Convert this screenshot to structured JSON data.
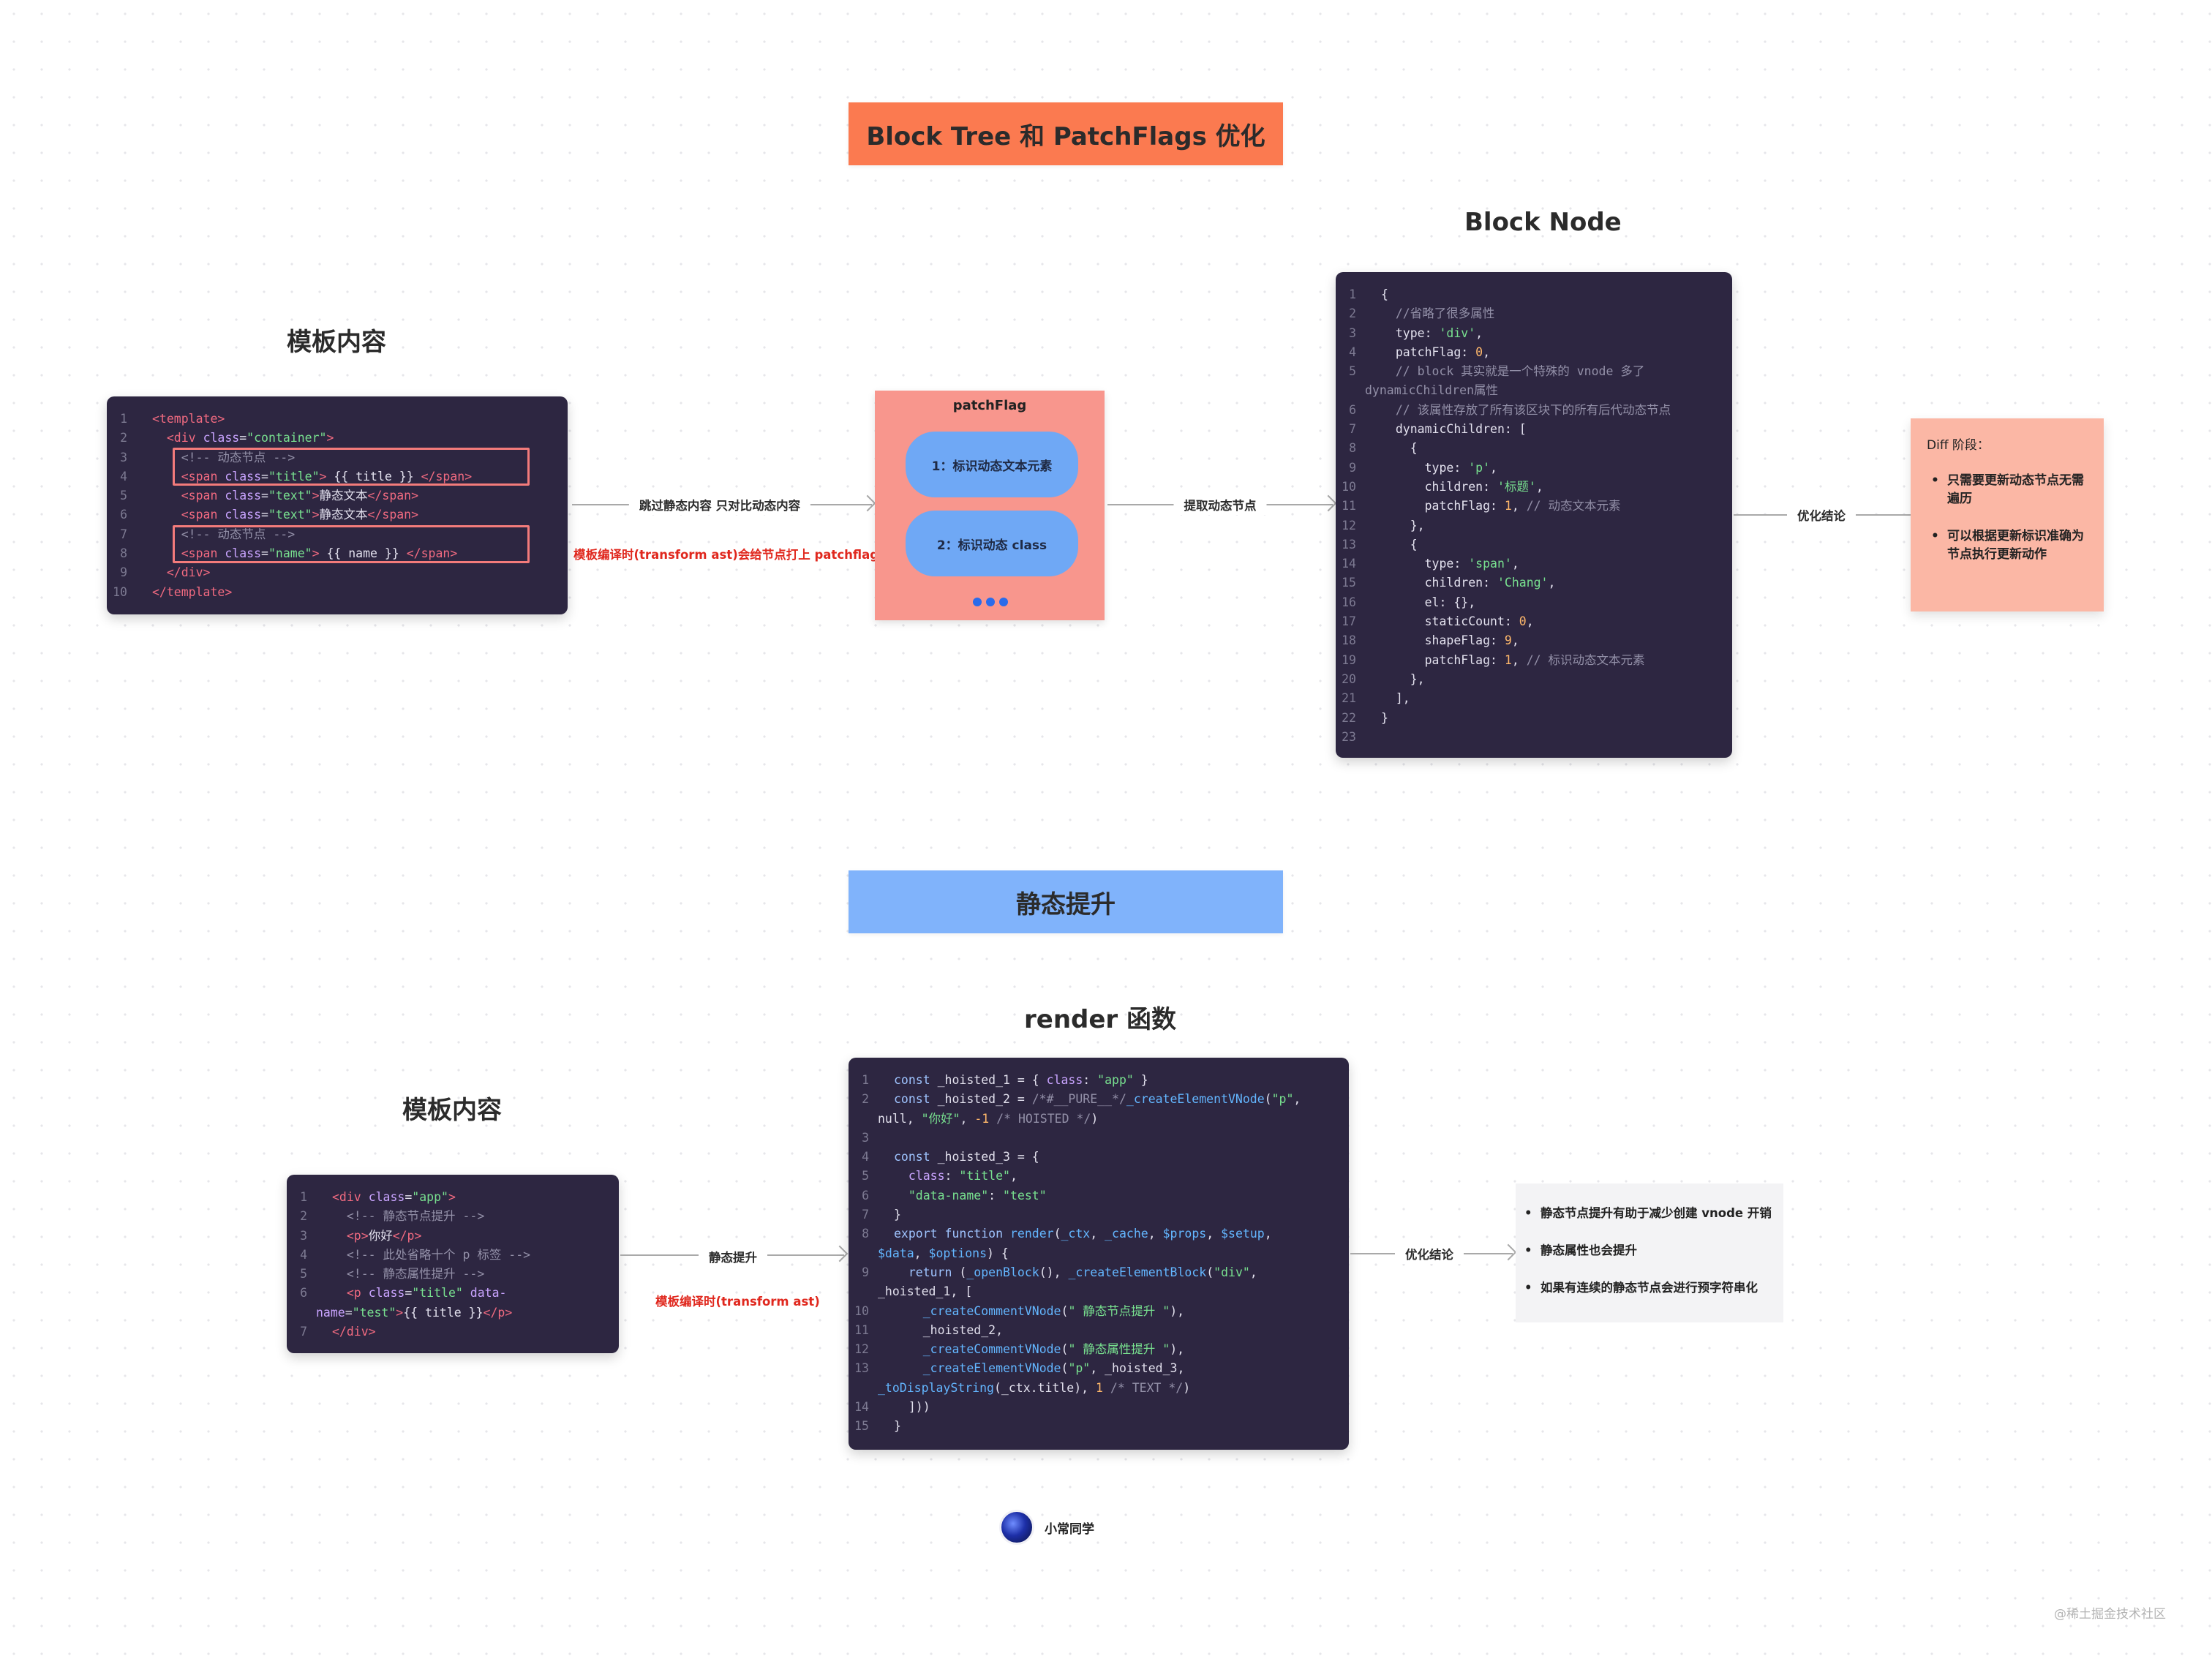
{
  "section1": {
    "banner": {
      "title": "Block Tree 和 PatchFlags 优化",
      "color": "#fb7a50"
    },
    "template_heading": "模板内容",
    "block_node_heading": "Block Node",
    "template_code": [
      {
        "n": "1",
        "html": "<span class=\"tk-tag\">&lt;template&gt;</span>"
      },
      {
        "n": "2",
        "html": "  <span class=\"tk-tag\">&lt;div</span> <span class=\"tk-attr\">class</span>=<span class=\"tk-str\">\"container\"</span><span class=\"tk-tag\">&gt;</span>"
      },
      {
        "n": "3",
        "html": "    <span class=\"tk-com\">&lt;!-- 动态节点 --&gt;</span>"
      },
      {
        "n": "4",
        "html": "    <span class=\"tk-tag\">&lt;span</span> <span class=\"tk-attr\">class</span>=<span class=\"tk-str\">\"title\"</span><span class=\"tk-tag\">&gt;</span> {{ title }} <span class=\"tk-tag\">&lt;/span&gt;</span>"
      },
      {
        "n": "5",
        "html": "    <span class=\"tk-tag\">&lt;span</span> <span class=\"tk-attr\">class</span>=<span class=\"tk-str\">\"text\"</span><span class=\"tk-tag\">&gt;</span>静态文本<span class=\"tk-tag\">&lt;/span&gt;</span>"
      },
      {
        "n": "6",
        "html": "    <span class=\"tk-tag\">&lt;span</span> <span class=\"tk-attr\">class</span>=<span class=\"tk-str\">\"text\"</span><span class=\"tk-tag\">&gt;</span>静态文本<span class=\"tk-tag\">&lt;/span&gt;</span>"
      },
      {
        "n": "7",
        "html": "    <span class=\"tk-com\">&lt;!-- 动态节点 --&gt;</span>"
      },
      {
        "n": "8",
        "html": "    <span class=\"tk-tag\">&lt;span</span> <span class=\"tk-attr\">class</span>=<span class=\"tk-str\">\"name\"</span><span class=\"tk-tag\">&gt;</span> {{ name }} <span class=\"tk-tag\">&lt;/span&gt;</span>"
      },
      {
        "n": "9",
        "html": "  <span class=\"tk-tag\">&lt;/div&gt;</span>"
      },
      {
        "n": "10",
        "html": "<span class=\"tk-tag\">&lt;/template&gt;</span>"
      }
    ],
    "arrow1_label": "跳过静态内容 只对比动态内容",
    "arrow1_note": "模板编译时(transform ast)会给节点打上 patchflag",
    "patchflag": {
      "title": "patchFlag",
      "item1": "1：标识动态文本元素",
      "item2": "2：标识动态 class",
      "box_color": "#f8968d",
      "pill_color": "#6fa8f5"
    },
    "arrow2_label": "提取动态节点",
    "block_code": [
      {
        "n": "1",
        "html": "{"
      },
      {
        "n": "2",
        "html": "  <span class=\"tk-com\">//省略了很多属性</span>"
      },
      {
        "n": "3",
        "html": "  type: <span class=\"tk-str\">'div'</span>,"
      },
      {
        "n": "4",
        "html": "  patchFlag: <span class=\"tk-num\">0</span>,"
      },
      {
        "n": "5",
        "html": "  <span class=\"tk-com\">// block 其实就是一个特殊的 vnode 多了</span>"
      },
      {
        "n": "",
        "html": "<span class=\"tk-com\">dynamicChildren属性</span>",
        "indent_back": true
      },
      {
        "n": "6",
        "html": "  <span class=\"tk-com\">// 该属性存放了所有该区块下的所有后代动态节点</span>"
      },
      {
        "n": "7",
        "html": "  dynamicChildren: ["
      },
      {
        "n": "8",
        "html": "    {"
      },
      {
        "n": "9",
        "html": "      type: <span class=\"tk-str\">'p'</span>,"
      },
      {
        "n": "10",
        "html": "      children: <span class=\"tk-str\">'标题'</span>,"
      },
      {
        "n": "11",
        "html": "      patchFlag: <span class=\"tk-num\">1</span>, <span class=\"tk-com\">// 动态文本元素</span>"
      },
      {
        "n": "12",
        "html": "    },"
      },
      {
        "n": "13",
        "html": "    {"
      },
      {
        "n": "14",
        "html": "      type: <span class=\"tk-str\">'span'</span>,"
      },
      {
        "n": "15",
        "html": "      children: <span class=\"tk-str\">'Chang'</span>,"
      },
      {
        "n": "16",
        "html": "      el: {},"
      },
      {
        "n": "17",
        "html": "      staticCount: <span class=\"tk-num\">0</span>,"
      },
      {
        "n": "18",
        "html": "      shapeFlag: <span class=\"tk-num\">9</span>,"
      },
      {
        "n": "19",
        "html": "      patchFlag: <span class=\"tk-num\">1</span>, <span class=\"tk-com\">// 标识动态文本元素</span>"
      },
      {
        "n": "20",
        "html": "    },"
      },
      {
        "n": "21",
        "html": "  ],"
      },
      {
        "n": "22",
        "html": "}"
      },
      {
        "n": "23",
        "html": ""
      }
    ],
    "arrow3_label": "优化结论",
    "diff_note": {
      "title": "Diff 阶段：",
      "items": [
        "只需要更新动态节点无需遍历",
        "可以根据更新标识准确为节点执行更新动作"
      ],
      "color": "#fbb7a5"
    }
  },
  "section2": {
    "banner": {
      "title": "静态提升",
      "color": "#80b3fb"
    },
    "render_heading": "render 函数",
    "template_heading": "模板内容",
    "template_code": [
      {
        "n": "1",
        "html": "<span class=\"tk-tag\">&lt;div</span> <span class=\"tk-attr\">class</span>=<span class=\"tk-str\">\"app\"</span><span class=\"tk-tag\">&gt;</span>"
      },
      {
        "n": "2",
        "html": "  <span class=\"tk-com\">&lt;!-- 静态节点提升 --&gt;</span>"
      },
      {
        "n": "3",
        "html": "  <span class=\"tk-tag\">&lt;p&gt;</span>你好<span class=\"tk-tag\">&lt;/p&gt;</span>"
      },
      {
        "n": "4",
        "html": "  <span class=\"tk-com\">&lt;!-- 此处省略十个 p 标签 --&gt;</span>"
      },
      {
        "n": "5",
        "html": "  <span class=\"tk-com\">&lt;!-- 静态属性提升 --&gt;</span>"
      },
      {
        "n": "6",
        "html": "  <span class=\"tk-tag\">&lt;p</span> <span class=\"tk-attr\">class</span>=<span class=\"tk-str\">\"title\"</span> <span class=\"tk-attr\">data-</span>"
      },
      {
        "n": "",
        "html": "<span class=\"tk-attr\">name</span>=<span class=\"tk-str\">\"test\"</span><span class=\"tk-tag\">&gt;</span>{{ title }}<span class=\"tk-tag\">&lt;/p&gt;</span>",
        "indent_back": true
      },
      {
        "n": "7",
        "html": "<span class=\"tk-tag\">&lt;/div&gt;</span>"
      }
    ],
    "arrow1_label": "静态提升",
    "arrow1_note": "模板编译时(transform ast)",
    "render_code": [
      {
        "n": "1",
        "html": "<span class=\"tk-kw\">const</span> _hoisted_1 = { <span class=\"tk-attr\">class</span>: <span class=\"tk-str\">\"app\"</span> }"
      },
      {
        "n": "2",
        "html": "<span class=\"tk-kw\">const</span> _hoisted_2 = <span class=\"tk-com\">/*#__PURE__*/</span><span class=\"tk-fn\">_createElementVNode</span>(<span class=\"tk-str\">\"p\"</span>,"
      },
      {
        "n": "",
        "html": "null, <span class=\"tk-str\">\"你好\"</span>, <span class=\"tk-num\">-1</span> <span class=\"tk-com\">/* HOISTED */</span>)",
        "indent_back": true
      },
      {
        "n": "3",
        "html": ""
      },
      {
        "n": "4",
        "html": "<span class=\"tk-kw\">const</span> _hoisted_3 = {"
      },
      {
        "n": "5",
        "html": "  <span class=\"tk-attr\">class</span>: <span class=\"tk-str\">\"title\"</span>,"
      },
      {
        "n": "6",
        "html": "  <span class=\"tk-str\">\"data-name\"</span>: <span class=\"tk-str\">\"test\"</span>"
      },
      {
        "n": "7",
        "html": "}"
      },
      {
        "n": "8",
        "html": "<span class=\"tk-kw\">export function</span> <span class=\"tk-fn\">render</span>(<span class=\"tk-fn\">_ctx</span>, <span class=\"tk-fn\">_cache</span>, <span class=\"tk-fn\">$props</span>, <span class=\"tk-fn\">$setup</span>,"
      },
      {
        "n": "",
        "html": "<span class=\"tk-fn\">$data</span>, <span class=\"tk-fn\">$options</span>) {",
        "indent_back": true
      },
      {
        "n": "9",
        "html": "  <span class=\"tk-kw\">return</span> (<span class=\"tk-fn\">_openBlock</span>(), <span class=\"tk-fn\">_createElementBlock</span>(<span class=\"tk-str\">\"div\"</span>,"
      },
      {
        "n": "",
        "html": "_hoisted_1, [",
        "indent_back": true
      },
      {
        "n": "10",
        "html": "    <span class=\"tk-fn\">_createCommentVNode</span>(<span class=\"tk-str\">\" 静态节点提升 \"</span>),"
      },
      {
        "n": "11",
        "html": "    _hoisted_2,"
      },
      {
        "n": "12",
        "html": "    <span class=\"tk-fn\">_createCommentVNode</span>(<span class=\"tk-str\">\" 静态属性提升 \"</span>),"
      },
      {
        "n": "13",
        "html": "    <span class=\"tk-fn\">_createElementVNode</span>(<span class=\"tk-str\">\"p\"</span>, _hoisted_3,"
      },
      {
        "n": "",
        "html": "<span class=\"tk-fn\">_toDisplayString</span>(_ctx.title), <span class=\"tk-num\">1</span> <span class=\"tk-com\">/* TEXT */</span>)",
        "indent_back": true
      },
      {
        "n": "14",
        "html": "  ]))"
      },
      {
        "n": "15",
        "html": "}"
      }
    ],
    "arrow2_label": "优化结论",
    "conclusions": [
      "静态节点提升有助于减少创建 vnode 开销",
      "静态属性也会提升",
      "如果有连续的静态节点会进行预字符串化"
    ]
  },
  "footer": {
    "author": "小常同学",
    "watermark": "@稀土掘金技术社区"
  }
}
